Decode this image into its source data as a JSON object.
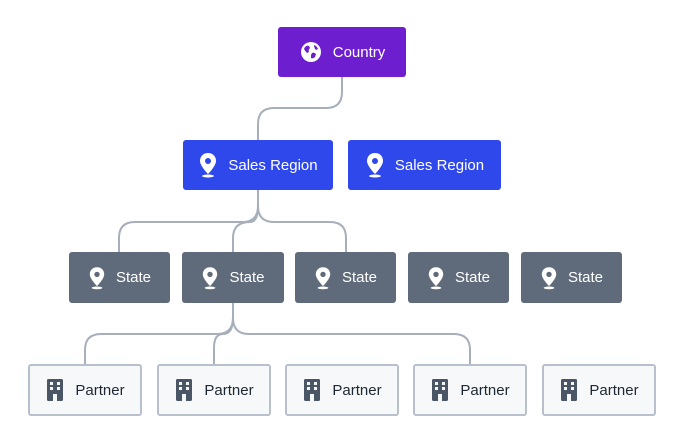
{
  "nodes": {
    "country": {
      "label": "Country",
      "icon": "globe-icon"
    },
    "regions": [
      {
        "label": "Sales Region",
        "icon": "map-pin-icon"
      },
      {
        "label": "Sales Region",
        "icon": "map-pin-icon"
      }
    ],
    "states": [
      {
        "label": "State",
        "icon": "map-pin-icon"
      },
      {
        "label": "State",
        "icon": "map-pin-icon"
      },
      {
        "label": "State",
        "icon": "map-pin-icon"
      },
      {
        "label": "State",
        "icon": "map-pin-icon"
      },
      {
        "label": "State",
        "icon": "map-pin-icon"
      }
    ],
    "partners": [
      {
        "label": "Partner",
        "icon": "building-icon"
      },
      {
        "label": "Partner",
        "icon": "building-icon"
      },
      {
        "label": "Partner",
        "icon": "building-icon"
      },
      {
        "label": "Partner",
        "icon": "building-icon"
      },
      {
        "label": "Partner",
        "icon": "building-icon"
      }
    ]
  },
  "colors": {
    "country": "#6d1fd0",
    "region": "#2f48eb",
    "state": "#5f6b7a",
    "partner_bg": "#f7f8fa",
    "partner_border": "#b8c0cb",
    "connector": "#a7afbb"
  }
}
